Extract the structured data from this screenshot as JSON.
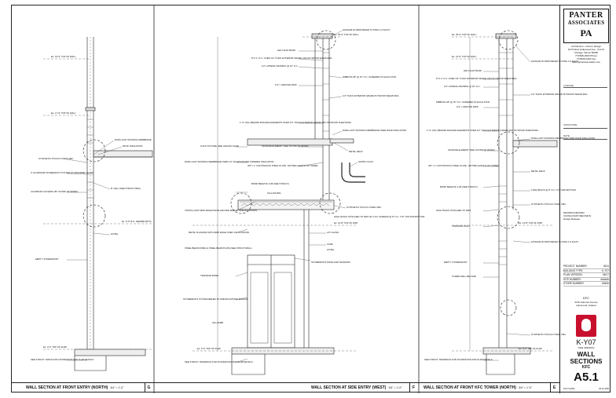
{
  "titleblock": {
    "firm_line1": "PANTER",
    "firm_line2": "ASSOCIATES",
    "firm_mark": "PA",
    "services": "Architecture • Interior Design",
    "address1": "1670 West Hollywood Ave., Unit W",
    "address2": "Chicago, Illinois 60660",
    "phone": "773/528-2900 Phone",
    "fax": "773/528-2904 Fax",
    "web": "www.panterassociates.com",
    "label_license": "LICENSE:",
    "label_signature": "SIGNATURE:",
    "label_date": "DATE:",
    "info": [
      "DRAWN/CHECKED",
      "CONSULTANT/REVISION",
      "Design Release"
    ],
    "project": [
      {
        "k": "PROJECT NUMBER:",
        "v": "0614"
      },
      {
        "k": "BUILDING TYPE:",
        "v": "K-Y07"
      },
      {
        "k": "PLAN VERSION:",
        "v": "06/17"
      },
      {
        "k": "SITE NUMBER:",
        "v": "######"
      },
      {
        "k": "STORE NUMBER:",
        "v": "#####"
      }
    ],
    "brand": "KFC",
    "store_addr1": "4130 Calumet Avenue",
    "store_addr2": "Hammond, Indiana",
    "kno": "K-Y07",
    "kno_sub": "ONE VERSION",
    "title1": "WALL",
    "title2": "SECTIONS",
    "title3": "KFC",
    "sheet": "A5.1",
    "plot_label": "PLOT DATE:",
    "plot_date": "05.11.2006"
  },
  "captions": [
    {
      "title": "WALL SECTION AT FRONT ENTRY (NORTH)",
      "scale": "3/4\" = 1'-0\"",
      "letter": "G"
    },
    {
      "title": "WALL SECTION AT SIDE ENTRY (WEST)",
      "scale": "3/4\" = 1'-0\"",
      "letter": "F"
    },
    {
      "title": "WALL SECTION AT FRONT KFC TOWER (NORTH)",
      "scale": "3/4\" = 1'-0\"",
      "letter": "E"
    }
  ],
  "notes": {
    "g_tow": "EL. 19'-6\" TOP OF WALL",
    "g_tow2": "EL. 17'-0\" TOP OF WALL",
    "g1": "DURA-LAST ROOFING MEMBRANE",
    "g2": "SYNTHETIC STUCCO OVER CMU",
    "g3": "ROOF INSULATION",
    "g4": "3\" ALUMINUM STOREFRONT SYSTEM W/ SPANDREL GLASS",
    "g5": "ALUMINUM LOUVERS (BY SCOPE OF WORK)",
    "g6": "B. CELL (SEE STRUCTURAL)",
    "g_hdr": "EL. 9'-6\" B.O. HEADER (BYS)",
    "g7": "LINTEL",
    "g8": "EMPTY STOREFRONT",
    "g_ff": "EL. 0'-0\" TOP OF SLAB",
    "g9": "SEE STRUCT. DWGS FOR FOUNDATION AND SLAB DETAILS",
    "f_tow": "EL. 25'-6\" TOP OF WALL",
    "f1": "HOSSAM W/ DRIP REFER TO DWG 4 & 5/A4.5",
    "f2": "LED LIGHT BAND",
    "f3": "8\"-0 1\" O.C. OVER 1/2\" THICK EXTERIOR GRADE CDX PLYWOOD SHEATHING",
    "f4": "1/2\" LATERAL FRAMING @ 16\" O.C.",
    "f5": "DIBBOSS 48\" @ 16\" O.C. SCREWED AT EACH STUD",
    "f6": "1/4\" x GROOVE DRIP",
    "f7": "1/2\" THICK EXTERIOR GRADE PLYWOOD SHEATHING",
    "f8": "1\"-0\" (F.E.) BEHIND SIGNAGE ELEMENTS OVER 1/2\" THICK EXTERIOR GRADE CDX PLYWOOD SHEATHING",
    "f9": "DURA-LAST ROOFING MEMBRANE OVER RIGID INSULATION",
    "f10": "SIGNAGE ELEMENT (SEE SCOPE OF WORK)",
    "f11": "3/8\" x 1\" CONTINUOUS STEEL PLATE - ENTIRE LENGTH OF TOWER",
    "f12": "METAL DECK",
    "f13": "SUPPLY DUCT",
    "f14": "LIGHT FIXTURE (SEE CEILING PLAN)",
    "f15": "DURA-LAST ROOFING MEMBRANE OVER 1/2\" PLYWOOD AND TAPERED INSULATION",
    "f16": "BOND BEAM W/ 2-#5 (SEE STRUCT.)",
    "f17": "S/GL.DOORS",
    "f18": "TRUSS-LIGHT DRIP EDGE INSTALLED PER MANUF. SPECIFICATIONS",
    "f19": "SYNTHETIC STUCCO OVER CMU",
    "f20": "HIGH TRACK ATTACHED TO DIRT W/ 4-1/2\" SCREWS @ 8\" O.C. TYP. TOP AND BOTTOM",
    "f_hdr": "EL. 12'-8\" TOP OF DIRT",
    "f21": "METAL FLASHING WITH DRIP EDGE OVER 1/2\" PLYWOOD",
    "f22": "STEEL BEAM FINISH & STEEL BEAM PLATE (SEE STRUCTURAL)",
    "f23": "TRANSOM PANEL",
    "f24": "STOREFRONT SYSTEM REFER TO SPECIFICATIONS MANUAL",
    "f25": "LINTEL",
    "f26": "LAY GLASS",
    "f27": "CASE",
    "f28": "STOREFRONT DOOR AND TRANSOM",
    "f29": "SILL/JAMB",
    "f_ff": "EL. 0'-0\" TOP OF SLAB",
    "f30": "SEE STRUCT. DRAWINGS FOR FOUNDATION AND SLAB DETAILS",
    "e_tow": "EL. 25'-6\" TOP OF WALL",
    "e_tow2": "EL. 21'-6\" TOP OF WALL",
    "e1": "HOSSAM W/ DRIP REFER TO DWG 4 & 5/A4.5",
    "e2": "LED LIGHT BAND",
    "e3": "8\"-0 1\" O.C. OVER 1/2\" THICK EXTERIOR GRADE CDX PLYWOOD SHEATHING",
    "e4": "1/2\" LATERAL FRAMING @ 16\" O.C.",
    "e5": "DIBBOSS 48\" @ 16\" O.C. SCREWED AT EACH STUD",
    "e6": "1/2\" THICK EXTERIOR GRADE PLYWOOD SHEATHING",
    "e7": "1/4\" x GROOVE DRIP",
    "e8": "1\"-0\" (F.E.) BEHIND SIGNAGE ELEMENTS OVER 1/2\" THICK EXTERIOR GRADE CDX PLYWOOD SHEATHING",
    "e9": "DURA-LAST ROOFING MEMBRANE OVER RIGID INSULATION",
    "e10": "SIGNAGE ELEMENT (SEE SCOPE OF WORK)",
    "e11": "3/8\" x 1\" CONTINUOUS STEEL PLATE - ENTIRE LENGTH OF TOWER",
    "e12": "METAL DECK",
    "e13": "BOND BEAM W/ 2-#5 (SEE STRUCT.)",
    "e14": "THRU-BOLTS @ 8\" O.C. TOP AND BOTTOM",
    "e15": "SYNTHETIC STUCCO OVER CMU",
    "e16": "HIGH TRACK ATTACHED TO DIRT",
    "e_hdr": "EL. 14'-8\" TOP OF DIRT",
    "e17": "TRANSOM LIGHT",
    "e18": "HOSSAM W/ DRIP REFER TO DWG 4 & 5/A4.5",
    "e19": "EMPTY STOREFRONT",
    "e20": "TOWER WALL BEYOND",
    "e21": "SYNTHETIC STUCCO OVER CMU",
    "e_ff": "EL. 0'-0\" TOP OF SLAB",
    "e22": "SEE STRUCT. DRAWINGS FOR FOUNDATION AND SLAB DETAILS"
  }
}
